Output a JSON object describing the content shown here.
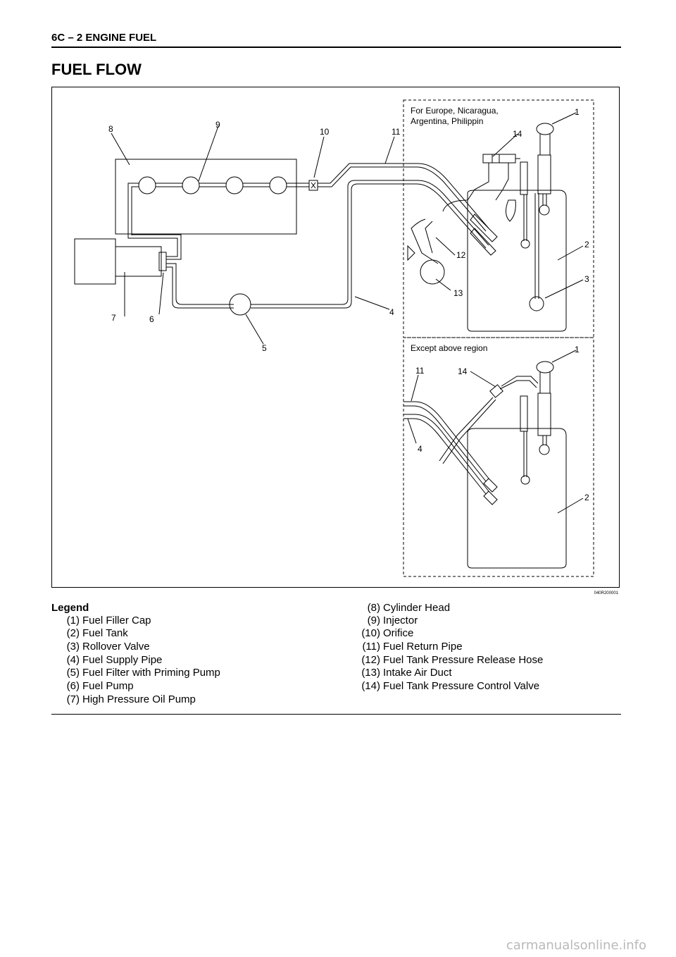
{
  "page": {
    "header": "6C – 2  ENGINE FUEL",
    "title": "FUEL FLOW",
    "figure_code": "040R200001",
    "watermark": "carmanualsonline.info"
  },
  "diagram": {
    "region_top_label_line1": "For Europe, Nicaragua,",
    "region_top_label_line2": "Argentina, Philippin",
    "region_bottom_label": "Except above region",
    "callouts": {
      "c1a": "1",
      "c2a": "2",
      "c3": "3",
      "c4a": "4",
      "c5": "5",
      "c6": "6",
      "c7": "7",
      "c8": "8",
      "c9": "9",
      "c10": "10",
      "c11a": "11",
      "c12": "12",
      "c13": "13",
      "c14a": "14",
      "c1b": "1",
      "c2b": "2",
      "c4b": "4",
      "c11b": "11",
      "c14b": "14"
    }
  },
  "legend": {
    "heading": "Legend",
    "left": [
      {
        "num": "(1)",
        "text": "Fuel Filler Cap"
      },
      {
        "num": "(2)",
        "text": "Fuel Tank"
      },
      {
        "num": "(3)",
        "text": "Rollover Valve"
      },
      {
        "num": "(4)",
        "text": "Fuel Supply Pipe"
      },
      {
        "num": "(5)",
        "text": "Fuel Filter with Priming Pump"
      },
      {
        "num": "(6)",
        "text": "Fuel Pump"
      },
      {
        "num": "(7)",
        "text": "High Pressure Oil Pump"
      }
    ],
    "right": [
      {
        "num": "(8)",
        "text": "Cylinder Head"
      },
      {
        "num": "(9)",
        "text": "Injector"
      },
      {
        "num": "(10)",
        "text": "Orifice"
      },
      {
        "num": "(11)",
        "text": "Fuel Return Pipe"
      },
      {
        "num": "(12)",
        "text": "Fuel Tank Pressure Release Hose"
      },
      {
        "num": "(13)",
        "text": "Intake Air Duct"
      },
      {
        "num": "(14)",
        "text": "Fuel Tank Pressure Control Valve"
      }
    ]
  }
}
